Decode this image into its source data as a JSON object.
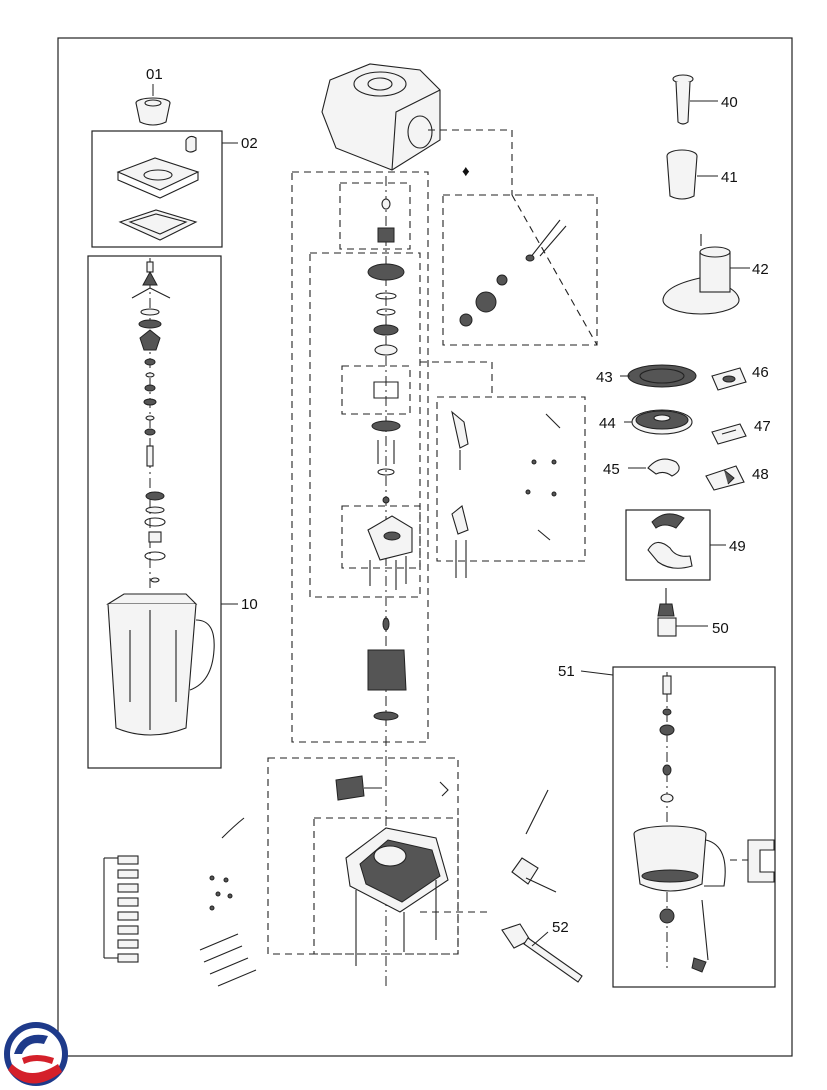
{
  "labels": {
    "p01": "01",
    "p02": "02",
    "p10": "10",
    "p40": "40",
    "p41": "41",
    "p42": "42",
    "p43": "43",
    "p44": "44",
    "p45": "45",
    "p46": "46",
    "p47": "47",
    "p48": "48",
    "p49": "49",
    "p50": "50",
    "p51": "51",
    "p52": "52"
  },
  "logo": {
    "icon": "brand-swirl-logo",
    "colors": [
      "#1e3a8a",
      "#d4202a"
    ]
  }
}
